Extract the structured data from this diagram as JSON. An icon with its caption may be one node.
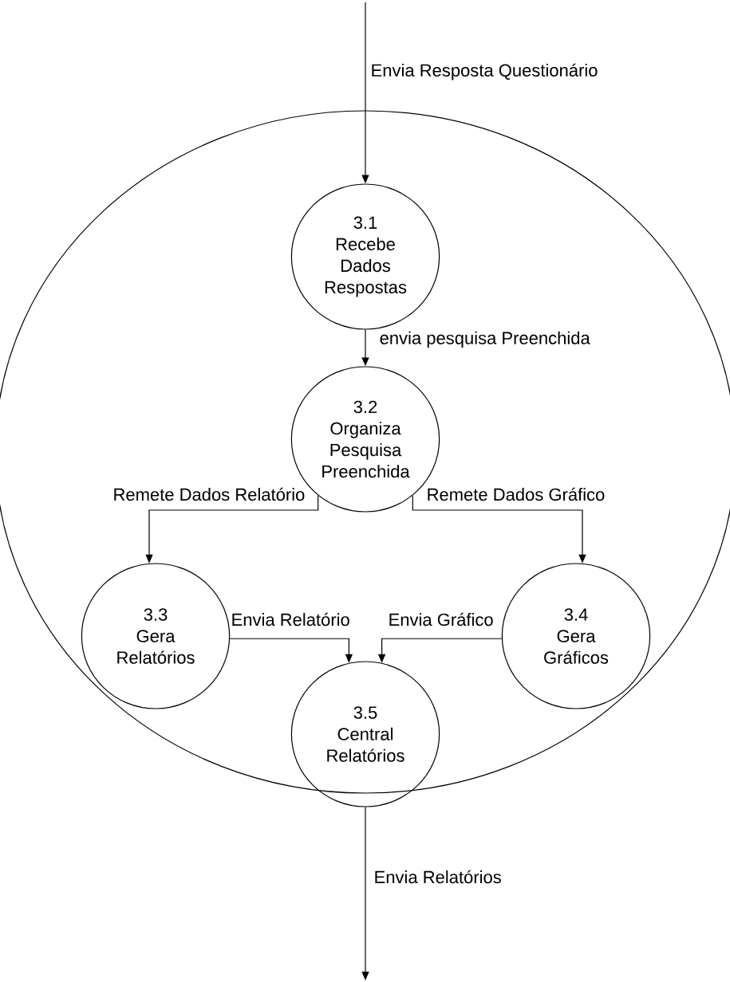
{
  "diagram": {
    "nodes": [
      {
        "text": [],
        "shape": "circle"
      },
      {
        "text": [
          "3.1",
          "Recebe Dados Respostas"
        ],
        "in": 0
      },
      {
        "text": [
          "3.2",
          "Organiza Pesquisa Preenchida"
        ],
        "in": 0
      },
      {
        "text": [
          "3.3",
          "Gera Relatórios"
        ],
        "in": 0
      },
      {
        "text": [
          "3.4",
          "Gera Gráficos"
        ],
        "in": 0
      },
      {
        "text": [
          "3.5",
          "Central Relatórios"
        ],
        "in": 0
      }
    ],
    "edges": [
      {
        "from": null,
        "to": 1,
        "arrow": "to",
        "label": "Envia Resposta Questionário"
      },
      {
        "from": 1,
        "to": 2,
        "arrow": "to",
        "label": "envia pesquisa Preenchida"
      },
      {
        "from": 2,
        "to": 3,
        "arrow": "to",
        "label": "Remete Dados Relatório"
      },
      {
        "from": 2,
        "to": 4,
        "arrow": "to",
        "label": "Remete Dados Gráfico"
      },
      {
        "from": 3,
        "to": 5,
        "arrow": "to",
        "label": "Envia Relatório"
      },
      {
        "from": 4,
        "to": 5,
        "arrow": "to",
        "label": "Envia Gráfico"
      },
      {
        "from": 5,
        "to": null,
        "arrow": "to",
        "label": "Envia Relatórios"
      }
    ]
  }
}
